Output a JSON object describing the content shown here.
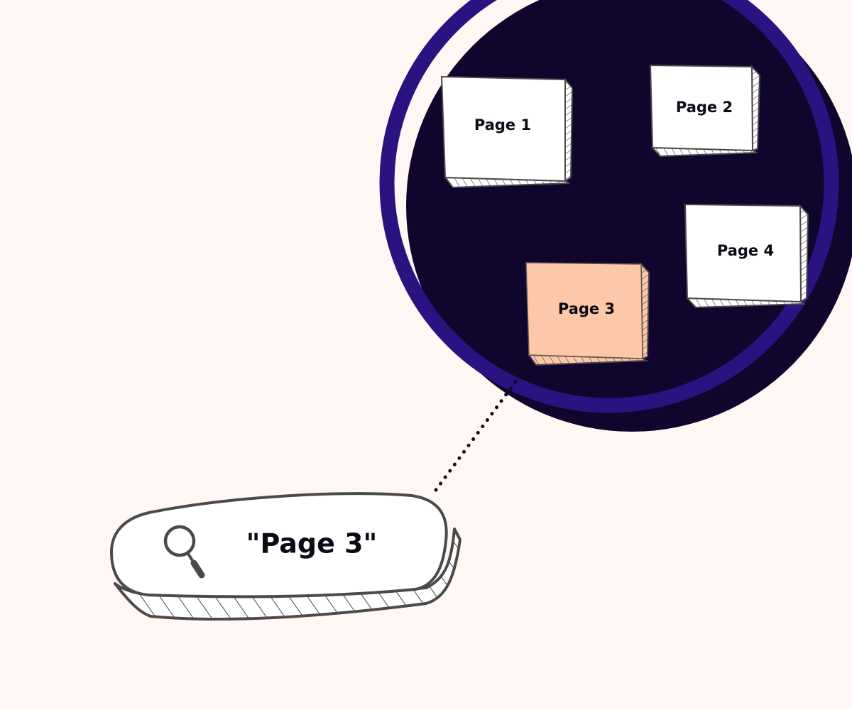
{
  "colors": {
    "background": "#fff7f3",
    "space_fill": "#10052c",
    "space_ring": "#2a1280",
    "card_fill": "#ffffff",
    "highlight_fill": "#fdc8a8",
    "outline": "#4a4a4a",
    "text": "#0c0a14"
  },
  "pages": [
    {
      "label": "Page 1",
      "highlighted": false
    },
    {
      "label": "Page 2",
      "highlighted": false
    },
    {
      "label": "Page 3",
      "highlighted": true
    },
    {
      "label": "Page 4",
      "highlighted": false
    }
  ],
  "search": {
    "query": "\"Page 3\"",
    "icon": "magnifier-icon"
  }
}
